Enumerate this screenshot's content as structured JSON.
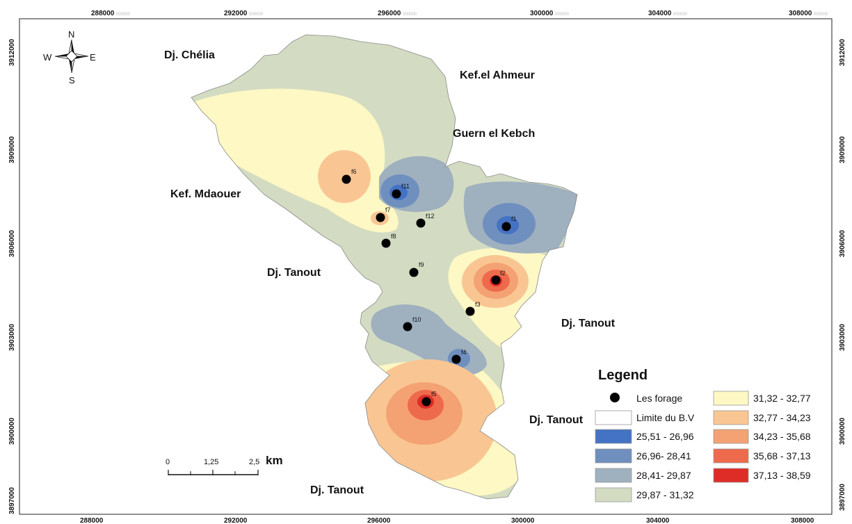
{
  "map": {
    "x_ticks": [
      "288000",
      "292000",
      "296000",
      "300000",
      "304000",
      "308000"
    ],
    "x_tick_suffix": "000000",
    "y_ticks": [
      "3912000",
      "3909000",
      "3906000",
      "3903000",
      "3900000",
      "3897000"
    ],
    "place_names": {
      "dj_chelia": "Dj. Chélia",
      "kef_el_ahmeur": "Kef.el Ahmeur",
      "guern_el_kebch": "Guern el Kebch",
      "kef_mdaouer": "Kef. Mdaouer",
      "dj_tanout_west": "Dj. Tanout",
      "dj_tanout_east": "Dj. Tanout",
      "dj_tanout_southeast": "Dj. Tanout",
      "dj_tanout_south": "Dj. Tanout"
    },
    "wells": [
      "f1",
      "f2",
      "f3",
      "f4",
      "f5",
      "f6",
      "f7",
      "f8",
      "f9",
      "f10",
      "f11",
      "f12"
    ],
    "compass": {
      "north": "N",
      "south": "S",
      "east": "E",
      "west": "W"
    },
    "scale_bar": {
      "labels": [
        "0",
        "1,25",
        "2,5"
      ],
      "unit": "km"
    }
  },
  "legend": {
    "title": "Legend",
    "wells_label": "Les forage",
    "boundary_label": "Limite du B.V",
    "classes": [
      {
        "label": "25,51 - 26,96",
        "color": "#4472c4"
      },
      {
        "label": "26,96- 28,41",
        "color": "#6f8fbf"
      },
      {
        "label": "28,41- 29,87",
        "color": "#9fb0bf"
      },
      {
        "label": "29,87 - 31,32",
        "color": "#d3dcc2"
      },
      {
        "label": "31,32 - 32,77",
        "color": "#fdf8c4"
      },
      {
        "label": "32,77 - 34,23",
        "color": "#f9c693"
      },
      {
        "label": "34,23 - 35,68",
        "color": "#f4a273"
      },
      {
        "label": "35,68 - 37,13",
        "color": "#ee6a4c"
      },
      {
        "label": "37,13 - 38,59",
        "color": "#de2d26"
      }
    ]
  }
}
